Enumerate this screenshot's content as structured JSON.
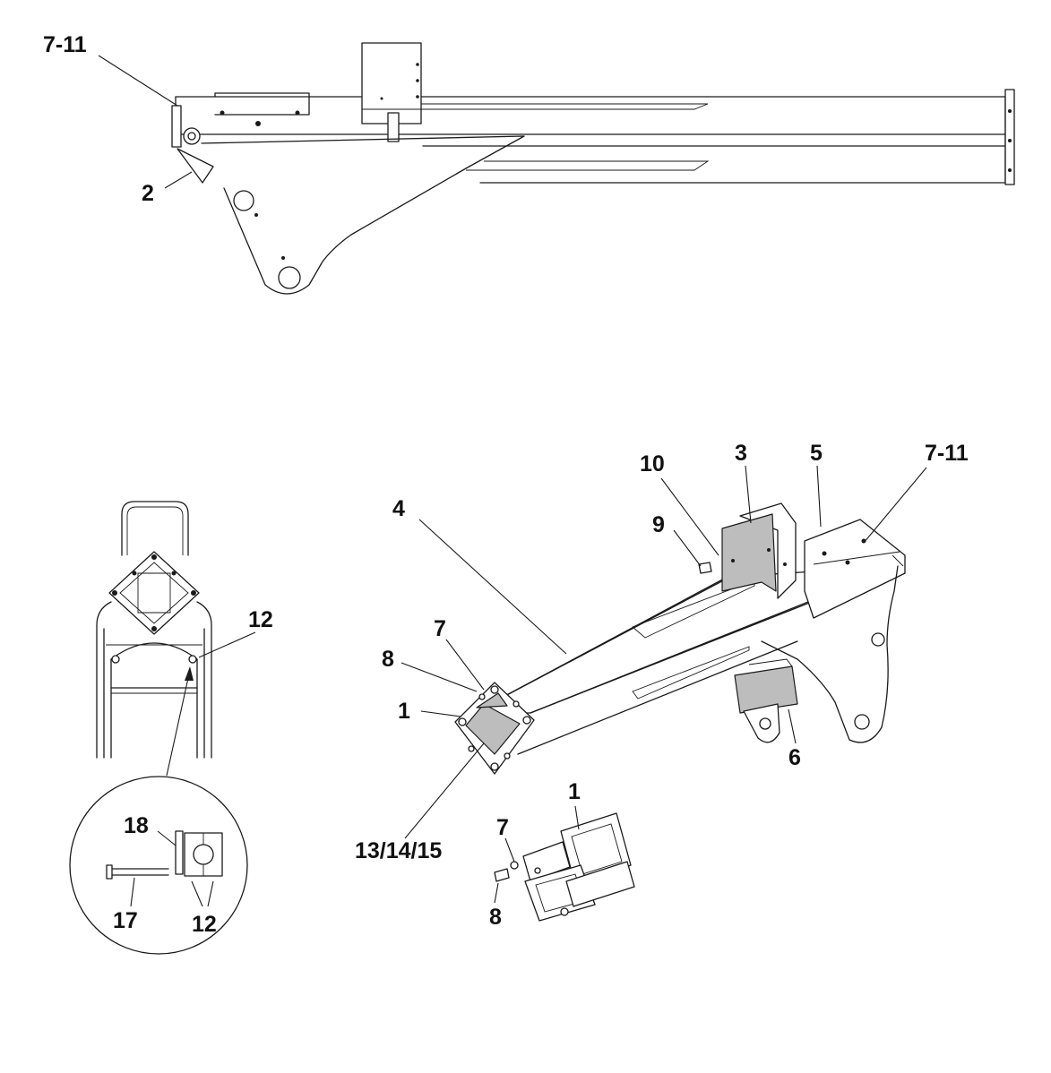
{
  "callouts": {
    "top_7_11": "7-11",
    "top_2": "2",
    "side_12": "12",
    "detail_18": "18",
    "detail_17": "17",
    "detail_12": "12",
    "iso_4": "4",
    "iso_10": "10",
    "iso_3": "3",
    "iso_5": "5",
    "iso_7_11": "7-11",
    "iso_9": "9",
    "iso_7": "7",
    "iso_8": "8",
    "iso_1": "1",
    "iso_6": "6",
    "iso_13_14_15": "13/14/15",
    "exploded_1": "1",
    "exploded_7": "7",
    "exploded_8": "8"
  },
  "colors": {
    "line": "#1a1a1a",
    "shaded_part": "#bdbdbd",
    "background": "#ffffff"
  }
}
